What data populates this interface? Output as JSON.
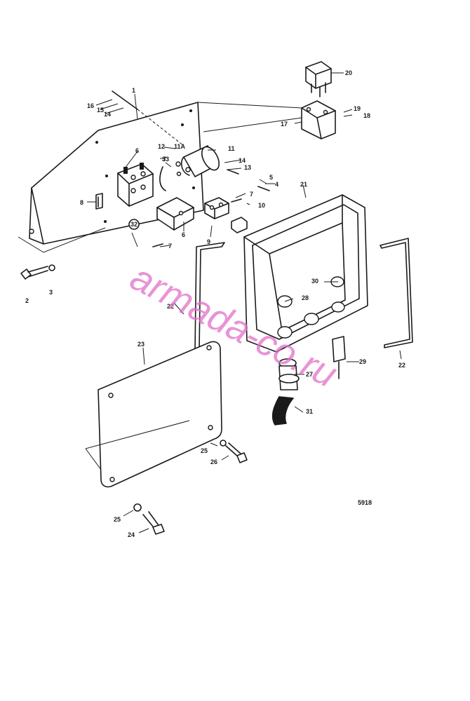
{
  "figure_number": "5918",
  "watermark": "armada-co.ru",
  "callouts": [
    "1",
    "2",
    "3",
    "4",
    "5",
    "6",
    "6",
    "7",
    "7",
    "7",
    "8",
    "9",
    "10",
    "11",
    "11A",
    "12",
    "13",
    "14",
    "14",
    "15",
    "16",
    "17",
    "18",
    "19",
    "20",
    "21",
    "22",
    "22",
    "23",
    "24",
    "25",
    "25",
    "26",
    "27",
    "28",
    "29",
    "30",
    "31",
    "32",
    "33"
  ]
}
